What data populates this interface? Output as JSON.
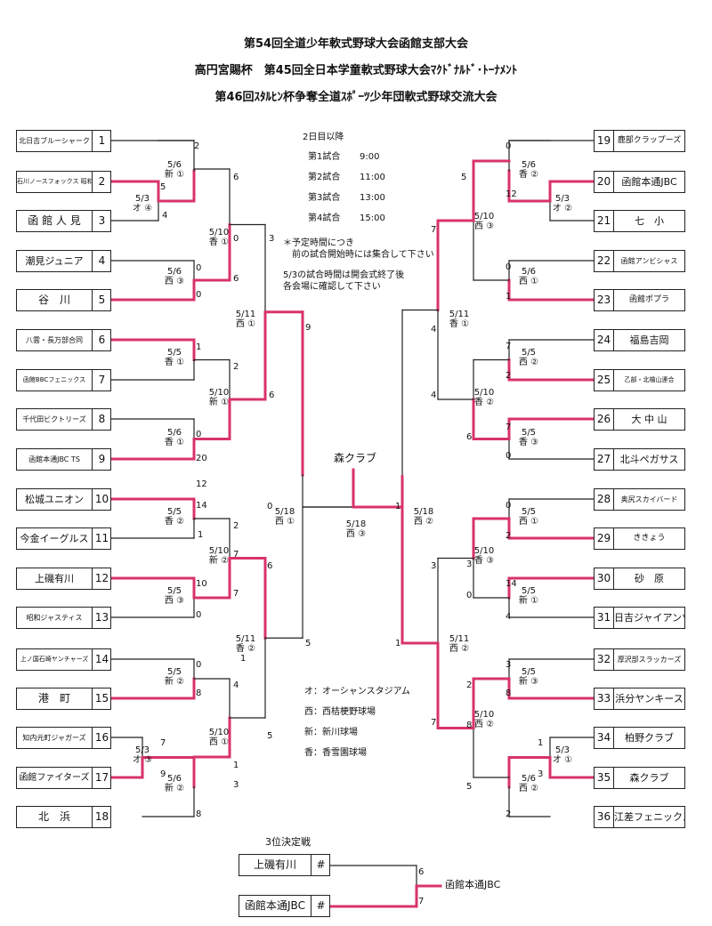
{
  "titles": [
    "第54回全道少年軟式野球大会函館支部大会",
    "高円宮賜杯　第45回全日本学童軟式野球大会ﾏｸﾄﾞﾅﾙﾄﾞ･ﾄｰﾅﾒﾝﾄ",
    "第46回ｽﾀﾙﾋﾝ杯争奪全道ｽﾎﾟｰﾂ少年団軟式野球交流大会"
  ],
  "colors": {
    "winner_line": "#d8336a",
    "line": "#222222"
  },
  "left_teams": [
    {
      "name": "北日吉ブルーシャーク",
      "num": "1"
    },
    {
      "name": "石川ノースフォックス 昭和レンジャーズ連合",
      "num": "2"
    },
    {
      "name": "函 館 人 見",
      "num": "3"
    },
    {
      "name": "潮見ジュニア",
      "num": "4"
    },
    {
      "name": "谷　川",
      "num": "5"
    },
    {
      "name": "八雲・長万部合同",
      "num": "6"
    },
    {
      "name": "函館BBCフェニックス",
      "num": "7"
    },
    {
      "name": "千代田ビクトリーズ",
      "num": "8"
    },
    {
      "name": "函館本通JBC TS",
      "num": "9"
    },
    {
      "name": "松城ユニオン",
      "num": "10"
    },
    {
      "name": "今金イーグルス",
      "num": "11"
    },
    {
      "name": "上磯有川",
      "num": "12"
    },
    {
      "name": "昭和ジャスティス",
      "num": "13"
    },
    {
      "name": "上ノ国石崎ヤンチャーズ",
      "num": "14"
    },
    {
      "name": "港　町",
      "num": "15"
    },
    {
      "name": "知内元町ジャガーズ",
      "num": "16"
    },
    {
      "name": "函館ファイターズ",
      "num": "17"
    },
    {
      "name": "北　浜",
      "num": "18"
    }
  ],
  "right_teams": [
    {
      "name": "鹿部クラップーズ",
      "num": "19"
    },
    {
      "name": "函館本通JBC",
      "num": "20"
    },
    {
      "name": "七　小",
      "num": "21"
    },
    {
      "name": "函館アンビシャス",
      "num": "22"
    },
    {
      "name": "函館ポプラ",
      "num": "23"
    },
    {
      "name": "福島吉岡",
      "num": "24"
    },
    {
      "name": "乙部・北檜山連合",
      "num": "25"
    },
    {
      "name": "大 中 山",
      "num": "26"
    },
    {
      "name": "北斗ペガサス",
      "num": "27"
    },
    {
      "name": "奥尻スカイバード",
      "num": "28"
    },
    {
      "name": "ききょう",
      "num": "29"
    },
    {
      "name": "砂　原",
      "num": "30"
    },
    {
      "name": "日吉ジャイアンツ",
      "num": "31"
    },
    {
      "name": "厚沢部スラッカーズ",
      "num": "32"
    },
    {
      "name": "浜分ヤンキース",
      "num": "33"
    },
    {
      "name": "柏野クラブ",
      "num": "34"
    },
    {
      "name": "森クラブ",
      "num": "35"
    },
    {
      "name": "江差フェニックス",
      "num": "36"
    }
  ],
  "match_labels": [
    {
      "date": "5/6",
      "venue": "新 ①"
    },
    {
      "date": "5/3",
      "venue": "オ ④"
    },
    {
      "date": "5/10",
      "venue": "香 ①"
    },
    {
      "date": "5/6",
      "venue": "西 ③"
    },
    {
      "date": "5/11",
      "venue": "西 ①"
    },
    {
      "date": "5/5",
      "venue": "香 ①"
    },
    {
      "date": "5/10",
      "venue": "新 ①"
    },
    {
      "date": "5/6",
      "venue": "香 ①"
    },
    {
      "date": "5/18",
      "venue": "西 ①"
    },
    {
      "date": "5/5",
      "venue": "香 ②"
    },
    {
      "date": "5/10",
      "venue": "新 ②"
    },
    {
      "date": "5/5",
      "venue": "西 ③"
    },
    {
      "date": "5/11",
      "venue": "香 ②"
    },
    {
      "date": "5/5",
      "venue": "新 ②"
    },
    {
      "date": "5/3",
      "venue": "オ ③"
    },
    {
      "date": "5/10",
      "venue": "西 ①"
    },
    {
      "date": "5/6",
      "venue": "新 ②"
    },
    {
      "date": "5/6",
      "venue": "香 ②"
    },
    {
      "date": "5/3",
      "venue": "オ ②"
    },
    {
      "date": "5/10",
      "venue": "西 ③"
    },
    {
      "date": "5/6",
      "venue": "西 ①"
    },
    {
      "date": "5/11",
      "venue": "香 ①"
    },
    {
      "date": "5/5",
      "venue": "西 ②"
    },
    {
      "date": "5/10",
      "venue": "香 ②"
    },
    {
      "date": "5/5",
      "venue": "香 ③"
    },
    {
      "date": "5/18",
      "venue": "西 ②"
    },
    {
      "date": "5/5",
      "venue": "西 ①"
    },
    {
      "date": "5/10",
      "venue": "香 ③"
    },
    {
      "date": "5/5",
      "venue": "新 ①"
    },
    {
      "date": "5/11",
      "venue": "西 ②"
    },
    {
      "date": "5/5",
      "venue": "新 ③"
    },
    {
      "date": "5/10",
      "venue": "西 ②"
    },
    {
      "date": "5/3",
      "venue": "オ ①"
    },
    {
      "date": "5/6",
      "venue": "西 ②"
    },
    {
      "date": "5/18",
      "venue": "西 ③"
    }
  ],
  "scores": [
    "2",
    "6",
    "4",
    "5",
    "0",
    "3",
    "0",
    "6",
    "9",
    "0",
    "6",
    "1",
    "2",
    "0",
    "20",
    "14",
    "1",
    "2",
    "10",
    "7",
    "0",
    "6",
    "5",
    "0",
    "4",
    "8",
    "7",
    "1",
    "9",
    "3",
    "8",
    "5",
    "0",
    "7",
    "1",
    "12",
    "5",
    "12",
    "0",
    "0",
    "7",
    "1",
    "4",
    "7",
    "4",
    "2",
    "7",
    "6",
    "0",
    "1",
    "0",
    "3",
    "2",
    "14",
    "0",
    "4",
    "3",
    "2",
    "8",
    "1",
    "8",
    "3",
    "5",
    "2",
    "1",
    "3",
    "7"
  ],
  "champion": "森クラブ",
  "schedule": {
    "heading": "2日目以降",
    "rows": [
      {
        "label": "第1試合",
        "time": "9:00"
      },
      {
        "label": "第2試合",
        "time": "11:00"
      },
      {
        "label": "第3試合",
        "time": "13:00"
      },
      {
        "label": "第4試合",
        "time": "15:00"
      }
    ]
  },
  "notes": [
    "＊予定時間につき",
    "　前の試合開始時には集合して下さい",
    "5/3の試合時間は開会式終了後",
    "各会場に確認して下さい"
  ],
  "venues": [
    "オ：オーシャンスタジアム",
    "西：西桔梗野球場",
    "新：新川球場",
    "香：香雪園球場"
  ],
  "third_place": {
    "title": "3位決定戦",
    "teams": [
      {
        "name": "上磯有川",
        "mark": "#"
      },
      {
        "name": "函館本通JBC",
        "mark": "#"
      }
    ],
    "scores": [
      "6",
      "7"
    ],
    "winner": "函館本通JBC"
  }
}
